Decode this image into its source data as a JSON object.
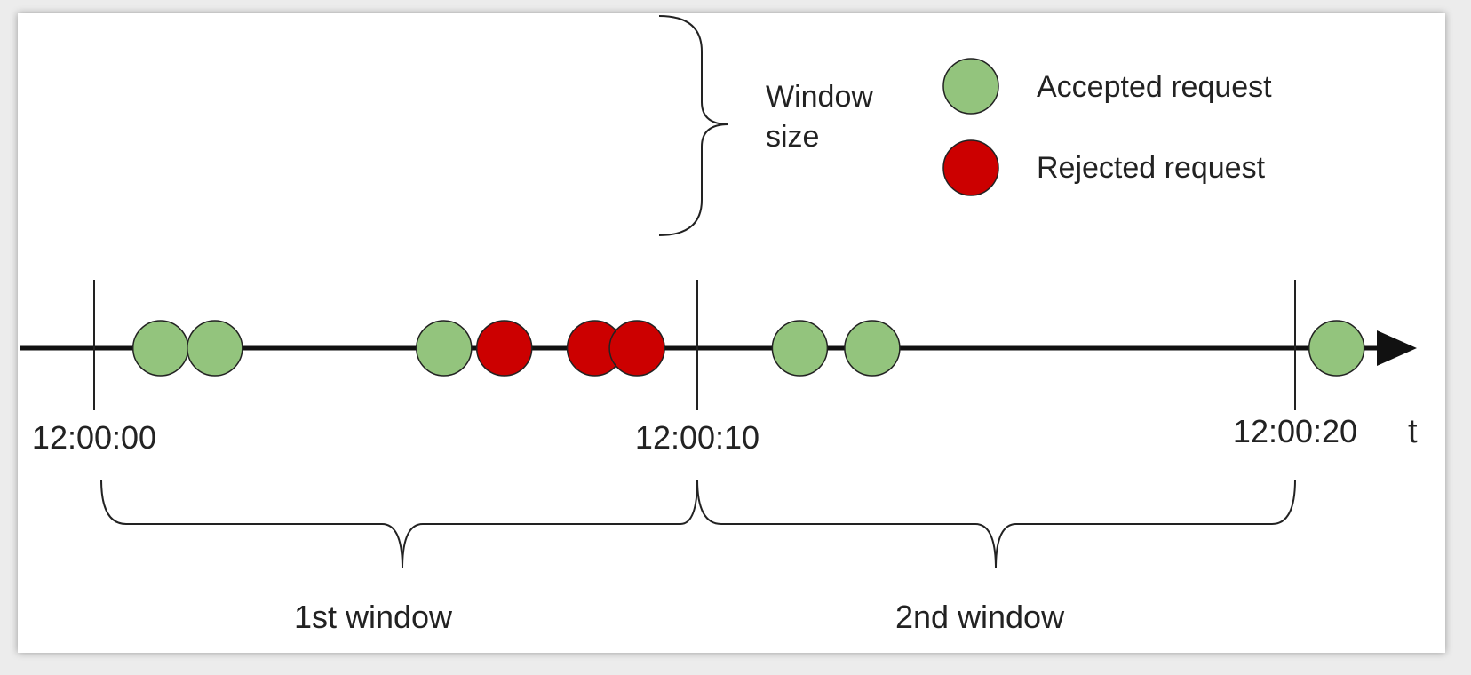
{
  "legend": {
    "window_size_line1": "Window",
    "window_size_line2": "size",
    "accepted_label": "Accepted request",
    "rejected_label": "Rejected request"
  },
  "axis": {
    "t_label": "t",
    "ticks": [
      "12:00:00",
      "12:00:10",
      "12:00:20"
    ]
  },
  "windows": {
    "first": "1st window",
    "second": "2nd window"
  },
  "requests": [
    {
      "time_s": 1.1,
      "status": "accepted"
    },
    {
      "time_s": 2.0,
      "status": "accepted"
    },
    {
      "time_s": 5.8,
      "status": "accepted"
    },
    {
      "time_s": 6.8,
      "status": "rejected"
    },
    {
      "time_s": 8.3,
      "status": "rejected"
    },
    {
      "time_s": 9.0,
      "status": "rejected"
    },
    {
      "time_s": 11.7,
      "status": "accepted"
    },
    {
      "time_s": 12.9,
      "status": "accepted"
    },
    {
      "time_s": 20.6,
      "status": "accepted"
    }
  ],
  "colors": {
    "accepted": "#93c47d",
    "rejected": "#cc0000",
    "line": "#111111"
  }
}
